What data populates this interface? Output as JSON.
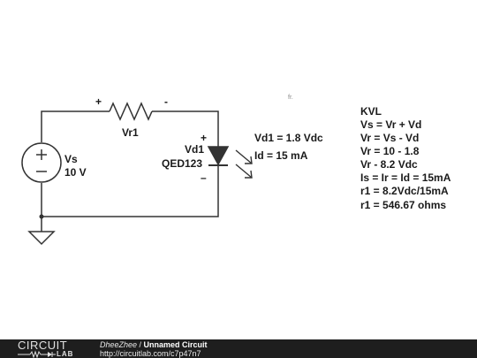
{
  "circuit": {
    "resistor_name": "Vr1",
    "resistor_plus": "+",
    "resistor_minus": "-",
    "source_name": "Vs",
    "source_value": "10 V",
    "diode_name": "Vd1",
    "diode_part": "QED123",
    "diode_plus": "+",
    "diode_minus": "–",
    "annotation_1": "Vd1 = 1.8 Vdc",
    "annotation_2": "Id = 15 mA"
  },
  "notes": {
    "heading": "KVL",
    "lines": [
      "Vs = Vr + Vd",
      "Vr = Vs - Vd",
      "Vr = 10 - 1.8",
      "Vr - 8.2 Vdc",
      "Is = Ir = Id = 15mA",
      "r1 = 8.2Vdc/15mA",
      "r1 = 546.67 ohms"
    ]
  },
  "stray_mark": "fr.",
  "footer": {
    "logo_top": "CIRCUIT",
    "logo_bottom": "LAB",
    "author": "DheeZhee",
    "separator": " / ",
    "title": "Unnamed Circuit",
    "url": "http://circuitlab.com/c7p47n7"
  },
  "colors": {
    "wire": "#333333",
    "footer_bg": "#1e1e1e"
  }
}
